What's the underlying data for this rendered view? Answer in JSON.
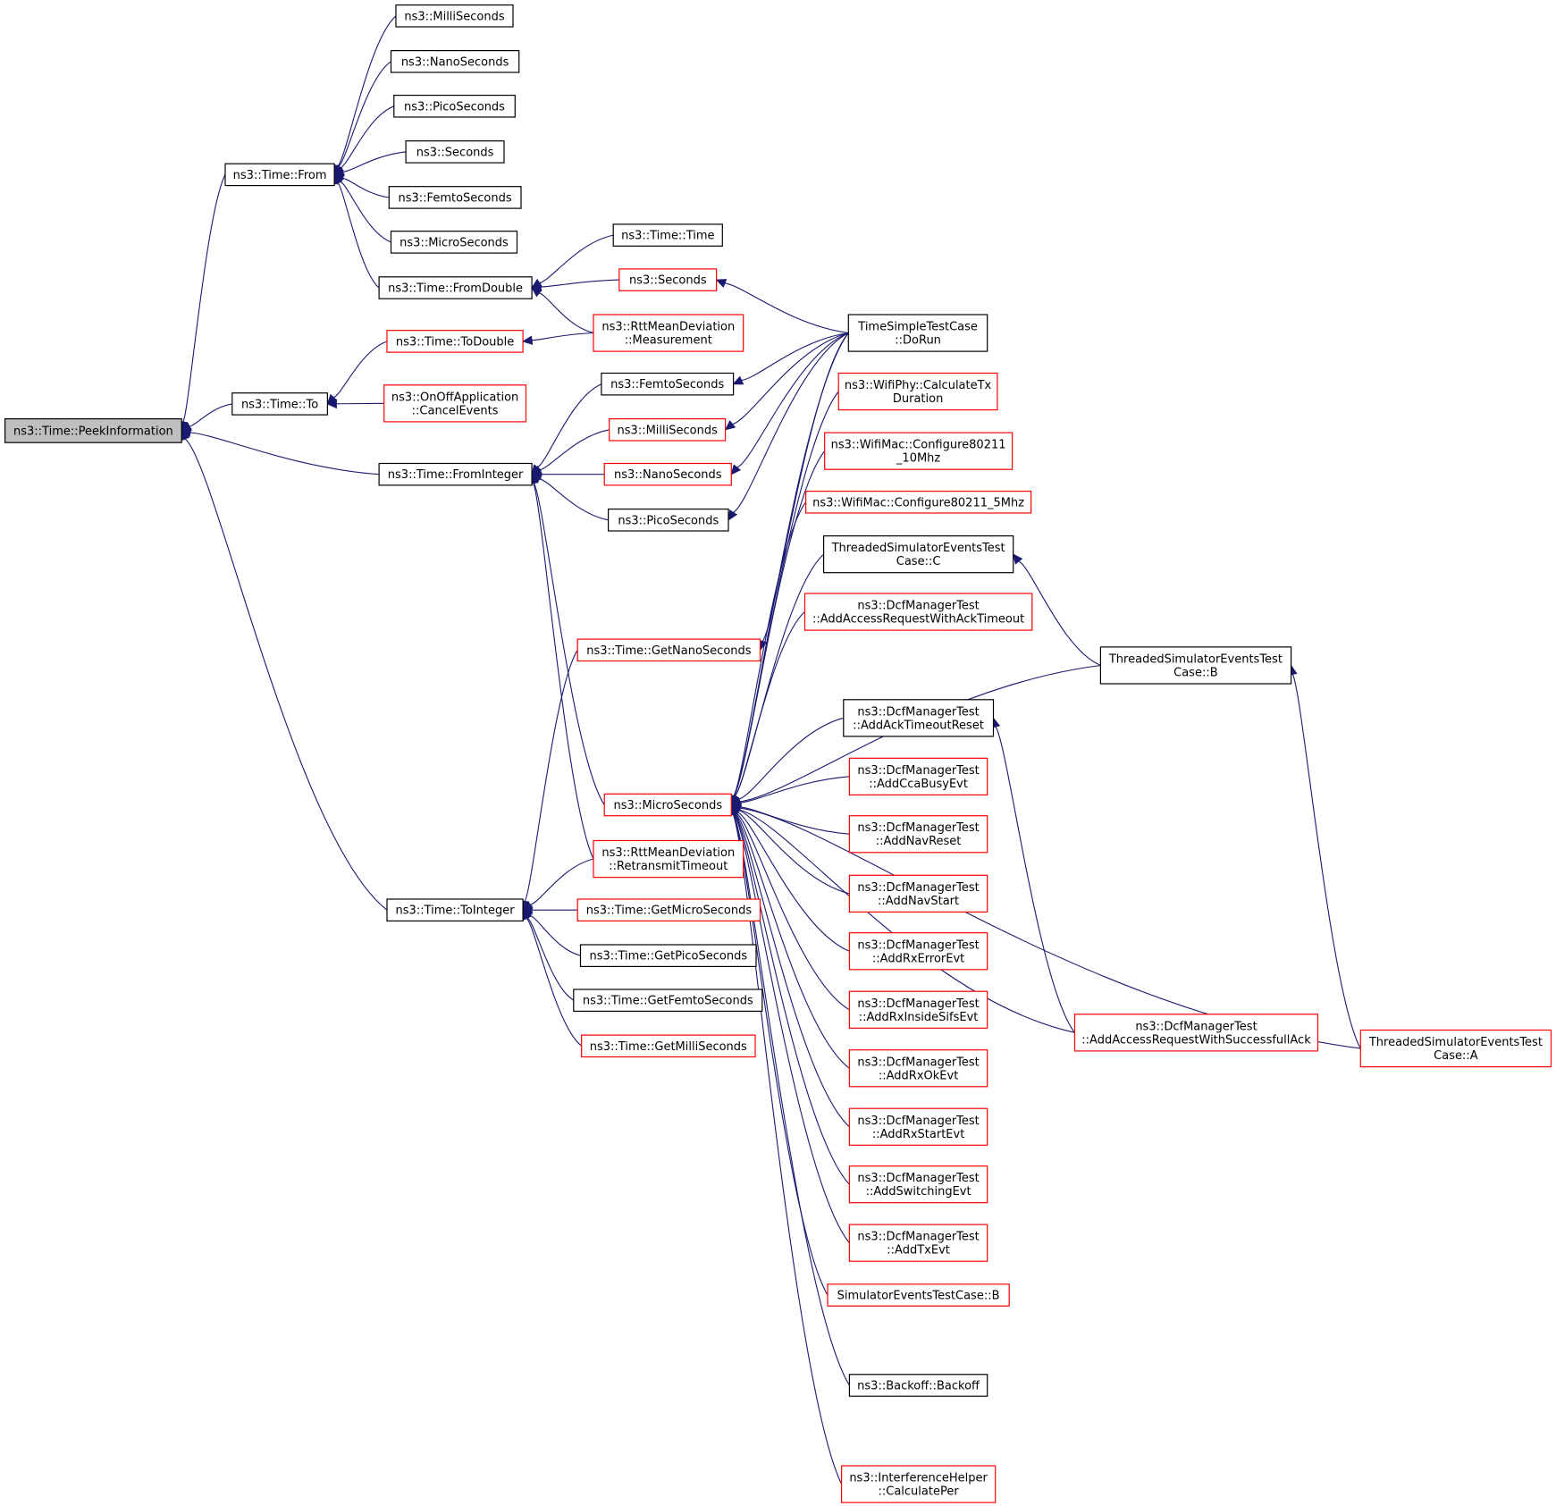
{
  "graph": {
    "nodes": [
      {
        "id": "peek",
        "lines": [
          "ns3::Time::PeekInformation"
        ],
        "border": "root"
      },
      {
        "id": "from",
        "lines": [
          "ns3::Time::From"
        ],
        "border": "black"
      },
      {
        "id": "to",
        "lines": [
          "ns3::Time::To"
        ],
        "border": "black"
      },
      {
        "id": "fromint",
        "lines": [
          "ns3::Time::FromInteger"
        ],
        "border": "black"
      },
      {
        "id": "toint",
        "lines": [
          "ns3::Time::ToInteger"
        ],
        "border": "black"
      },
      {
        "id": "milli1",
        "lines": [
          "ns3::MilliSeconds"
        ],
        "border": "black"
      },
      {
        "id": "nano1",
        "lines": [
          "ns3::NanoSeconds"
        ],
        "border": "black"
      },
      {
        "id": "pico1",
        "lines": [
          "ns3::PicoSeconds"
        ],
        "border": "black"
      },
      {
        "id": "sec1",
        "lines": [
          "ns3::Seconds"
        ],
        "border": "black"
      },
      {
        "id": "femto1",
        "lines": [
          "ns3::FemtoSeconds"
        ],
        "border": "black"
      },
      {
        "id": "micro1",
        "lines": [
          "ns3::MicroSeconds"
        ],
        "border": "black"
      },
      {
        "id": "fromdouble",
        "lines": [
          "ns3::Time::FromDouble"
        ],
        "border": "black"
      },
      {
        "id": "todouble",
        "lines": [
          "ns3::Time::ToDouble"
        ],
        "border": "red"
      },
      {
        "id": "onoff",
        "lines": [
          "ns3::OnOffApplication",
          "::CancelEvents"
        ],
        "border": "red"
      },
      {
        "id": "timetime",
        "lines": [
          "ns3::Time::Time"
        ],
        "border": "black"
      },
      {
        "id": "sec2",
        "lines": [
          "ns3::Seconds"
        ],
        "border": "red"
      },
      {
        "id": "rttmeas",
        "lines": [
          "ns3::RttMeanDeviation",
          "::Measurement"
        ],
        "border": "red"
      },
      {
        "id": "femto2",
        "lines": [
          "ns3::FemtoSeconds"
        ],
        "border": "black"
      },
      {
        "id": "milli2",
        "lines": [
          "ns3::MilliSeconds"
        ],
        "border": "red"
      },
      {
        "id": "nano2",
        "lines": [
          "ns3::NanoSeconds"
        ],
        "border": "red"
      },
      {
        "id": "pico2",
        "lines": [
          "ns3::PicoSeconds"
        ],
        "border": "black"
      },
      {
        "id": "getnano",
        "lines": [
          "ns3::Time::GetNanoSeconds"
        ],
        "border": "red"
      },
      {
        "id": "micro2",
        "lines": [
          "ns3::MicroSeconds"
        ],
        "border": "red"
      },
      {
        "id": "rttretx",
        "lines": [
          "ns3::RttMeanDeviation",
          "::RetransmitTimeout"
        ],
        "border": "red"
      },
      {
        "id": "getmicro",
        "lines": [
          "ns3::Time::GetMicroSeconds"
        ],
        "border": "red"
      },
      {
        "id": "getpico",
        "lines": [
          "ns3::Time::GetPicoSeconds"
        ],
        "border": "black"
      },
      {
        "id": "getfemto",
        "lines": [
          "ns3::Time::GetFemtoSeconds"
        ],
        "border": "black"
      },
      {
        "id": "getmilli",
        "lines": [
          "ns3::Time::GetMilliSeconds"
        ],
        "border": "red"
      },
      {
        "id": "dorun",
        "lines": [
          "TimeSimpleTestCase",
          "::DoRun"
        ],
        "border": "black"
      },
      {
        "id": "wifiphy",
        "lines": [
          "ns3::WifiPhy::CalculateTx",
          "Duration"
        ],
        "border": "red"
      },
      {
        "id": "wifimac10",
        "lines": [
          "ns3::WifiMac::Configure80211",
          "_10Mhz"
        ],
        "border": "red"
      },
      {
        "id": "wifimac5",
        "lines": [
          "ns3::WifiMac::Configure80211_5Mhz"
        ],
        "border": "red"
      },
      {
        "id": "threadC",
        "lines": [
          "ThreadedSimulatorEventsTest",
          "Case::C"
        ],
        "border": "black"
      },
      {
        "id": "dcfAckTimeout",
        "lines": [
          "ns3::DcfManagerTest",
          "::AddAccessRequestWithAckTimeout"
        ],
        "border": "red"
      },
      {
        "id": "threadB",
        "lines": [
          "ThreadedSimulatorEventsTest",
          "Case::B"
        ],
        "border": "black"
      },
      {
        "id": "dcfAckReset",
        "lines": [
          "ns3::DcfManagerTest",
          "::AddAckTimeoutReset"
        ],
        "border": "black"
      },
      {
        "id": "dcfCca",
        "lines": [
          "ns3::DcfManagerTest",
          "::AddCcaBusyEvt"
        ],
        "border": "red"
      },
      {
        "id": "dcfNavReset",
        "lines": [
          "ns3::DcfManagerTest",
          "::AddNavReset"
        ],
        "border": "red"
      },
      {
        "id": "dcfNavStart",
        "lines": [
          "ns3::DcfManagerTest",
          "::AddNavStart"
        ],
        "border": "red"
      },
      {
        "id": "dcfRxErr",
        "lines": [
          "ns3::DcfManagerTest",
          "::AddRxErrorEvt"
        ],
        "border": "red"
      },
      {
        "id": "dcfRxSifs",
        "lines": [
          "ns3::DcfManagerTest",
          "::AddRxInsideSifsEvt"
        ],
        "border": "red"
      },
      {
        "id": "dcfRxOk",
        "lines": [
          "ns3::DcfManagerTest",
          "::AddRxOkEvt"
        ],
        "border": "red"
      },
      {
        "id": "dcfRxStart",
        "lines": [
          "ns3::DcfManagerTest",
          "::AddRxStartEvt"
        ],
        "border": "red"
      },
      {
        "id": "dcfSwitch",
        "lines": [
          "ns3::DcfManagerTest",
          "::AddSwitchingEvt"
        ],
        "border": "red"
      },
      {
        "id": "dcfTx",
        "lines": [
          "ns3::DcfManagerTest",
          "::AddTxEvt"
        ],
        "border": "red"
      },
      {
        "id": "simB",
        "lines": [
          "SimulatorEventsTestCase::B"
        ],
        "border": "red"
      },
      {
        "id": "backoff",
        "lines": [
          "ns3::Backoff::Backoff"
        ],
        "border": "black"
      },
      {
        "id": "interf",
        "lines": [
          "ns3::InterferenceHelper",
          "::CalculatePer"
        ],
        "border": "red"
      },
      {
        "id": "dcfSuccess",
        "lines": [
          "ns3::DcfManagerTest",
          "::AddAccessRequestWithSuccessfullAck"
        ],
        "border": "red"
      },
      {
        "id": "threadA",
        "lines": [
          "ThreadedSimulatorEventsTest",
          "Case::A"
        ],
        "border": "red"
      }
    ],
    "edges": [
      [
        "from",
        "peek"
      ],
      [
        "to",
        "peek"
      ],
      [
        "fromint",
        "peek"
      ],
      [
        "toint",
        "peek"
      ],
      [
        "milli1",
        "from"
      ],
      [
        "nano1",
        "from"
      ],
      [
        "pico1",
        "from"
      ],
      [
        "sec1",
        "from"
      ],
      [
        "femto1",
        "from"
      ],
      [
        "micro1",
        "from"
      ],
      [
        "fromdouble",
        "from"
      ],
      [
        "todouble",
        "to"
      ],
      [
        "onoff",
        "to"
      ],
      [
        "timetime",
        "fromdouble"
      ],
      [
        "sec2",
        "fromdouble"
      ],
      [
        "rttmeas",
        "fromdouble"
      ],
      [
        "rttmeas",
        "todouble"
      ],
      [
        "femto2",
        "fromint"
      ],
      [
        "milli2",
        "fromint"
      ],
      [
        "nano2",
        "fromint"
      ],
      [
        "pico2",
        "fromint"
      ],
      [
        "micro2",
        "fromint"
      ],
      [
        "rttretx",
        "fromint"
      ],
      [
        "getnano",
        "toint"
      ],
      [
        "rttretx",
        "toint"
      ],
      [
        "getmicro",
        "toint"
      ],
      [
        "getpico",
        "toint"
      ],
      [
        "getfemto",
        "toint"
      ],
      [
        "getmilli",
        "toint"
      ],
      [
        "dorun",
        "sec2"
      ],
      [
        "dorun",
        "femto2"
      ],
      [
        "dorun",
        "milli2"
      ],
      [
        "dorun",
        "nano2"
      ],
      [
        "dorun",
        "pico2"
      ],
      [
        "dorun",
        "getnano"
      ],
      [
        "dorun",
        "micro2"
      ],
      [
        "wifiphy",
        "micro2"
      ],
      [
        "wifimac10",
        "micro2"
      ],
      [
        "wifimac5",
        "micro2"
      ],
      [
        "threadC",
        "micro2"
      ],
      [
        "dcfAckTimeout",
        "micro2"
      ],
      [
        "threadB",
        "micro2"
      ],
      [
        "dcfAckReset",
        "micro2"
      ],
      [
        "dcfCca",
        "micro2"
      ],
      [
        "dcfNavReset",
        "micro2"
      ],
      [
        "dcfNavStart",
        "micro2"
      ],
      [
        "dcfRxErr",
        "micro2"
      ],
      [
        "dcfRxSifs",
        "micro2"
      ],
      [
        "dcfRxOk",
        "micro2"
      ],
      [
        "dcfRxStart",
        "micro2"
      ],
      [
        "dcfSwitch",
        "micro2"
      ],
      [
        "dcfTx",
        "micro2"
      ],
      [
        "simB",
        "micro2"
      ],
      [
        "dcfSuccess",
        "micro2"
      ],
      [
        "backoff",
        "micro2"
      ],
      [
        "threadA",
        "micro2"
      ],
      [
        "interf",
        "micro2"
      ],
      [
        "threadB",
        "threadC"
      ],
      [
        "dcfSuccess",
        "dcfAckReset"
      ],
      [
        "threadA",
        "threadB"
      ]
    ]
  }
}
